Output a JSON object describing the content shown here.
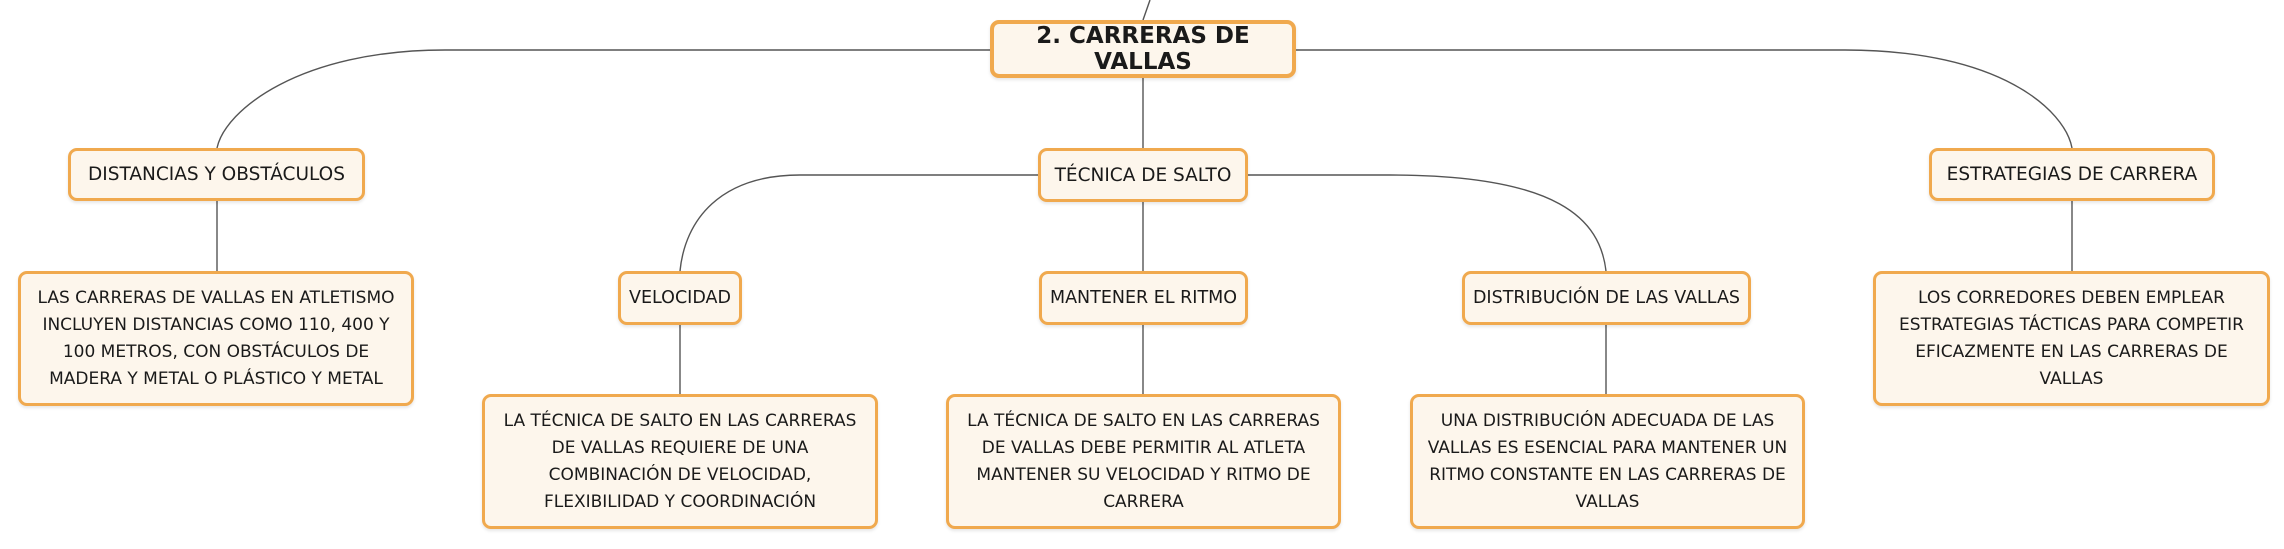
{
  "diagram": {
    "root": {
      "label": "2. CARRERAS DE VALLAS"
    },
    "branches": {
      "distancias": {
        "label": "DISTANCIAS Y OBSTÁCULOS",
        "description": "LAS CARRERAS DE VALLAS EN ATLETISMO INCLUYEN DISTANCIAS COMO 110, 400 Y 100 METROS, CON OBSTÁCULOS DE MADERA Y METAL O PLÁSTICO Y METAL"
      },
      "tecnica": {
        "label": "TÉCNICA DE SALTO",
        "children": {
          "velocidad": {
            "label": "VELOCIDAD",
            "description": "LA TÉCNICA DE SALTO EN LAS CARRERAS DE VALLAS REQUIERE DE UNA COMBINACIÓN DE VELOCIDAD, FLEXIBILIDAD Y COORDINACIÓN"
          },
          "ritmo": {
            "label": "MANTENER EL RITMO",
            "description": "LA TÉCNICA DE SALTO EN LAS CARRERAS DE VALLAS DEBE PERMITIR AL ATLETA MANTENER SU VELOCIDAD Y RITMO DE CARRERA"
          },
          "distribucion": {
            "label": "DISTRIBUCIÓN DE LAS VALLAS",
            "description": "UNA DISTRIBUCIÓN ADECUADA DE LAS VALLAS ES ESENCIAL PARA MANTENER UN RITMO CONSTANTE EN LAS CARRERAS DE VALLAS"
          }
        }
      },
      "estrategias": {
        "label": "ESTRATEGIAS DE CARRERA",
        "description": "LOS CORREDORES DEBEN EMPLEAR ESTRATEGIAS TÁCTICAS PARA COMPETIR EFICAZMENTE EN LAS CARRERAS DE VALLAS"
      }
    }
  },
  "colors": {
    "node_fill": "#fdf6ec",
    "node_border": "#f0a94e",
    "connector": "#555555",
    "text": "#1a1a1a"
  }
}
